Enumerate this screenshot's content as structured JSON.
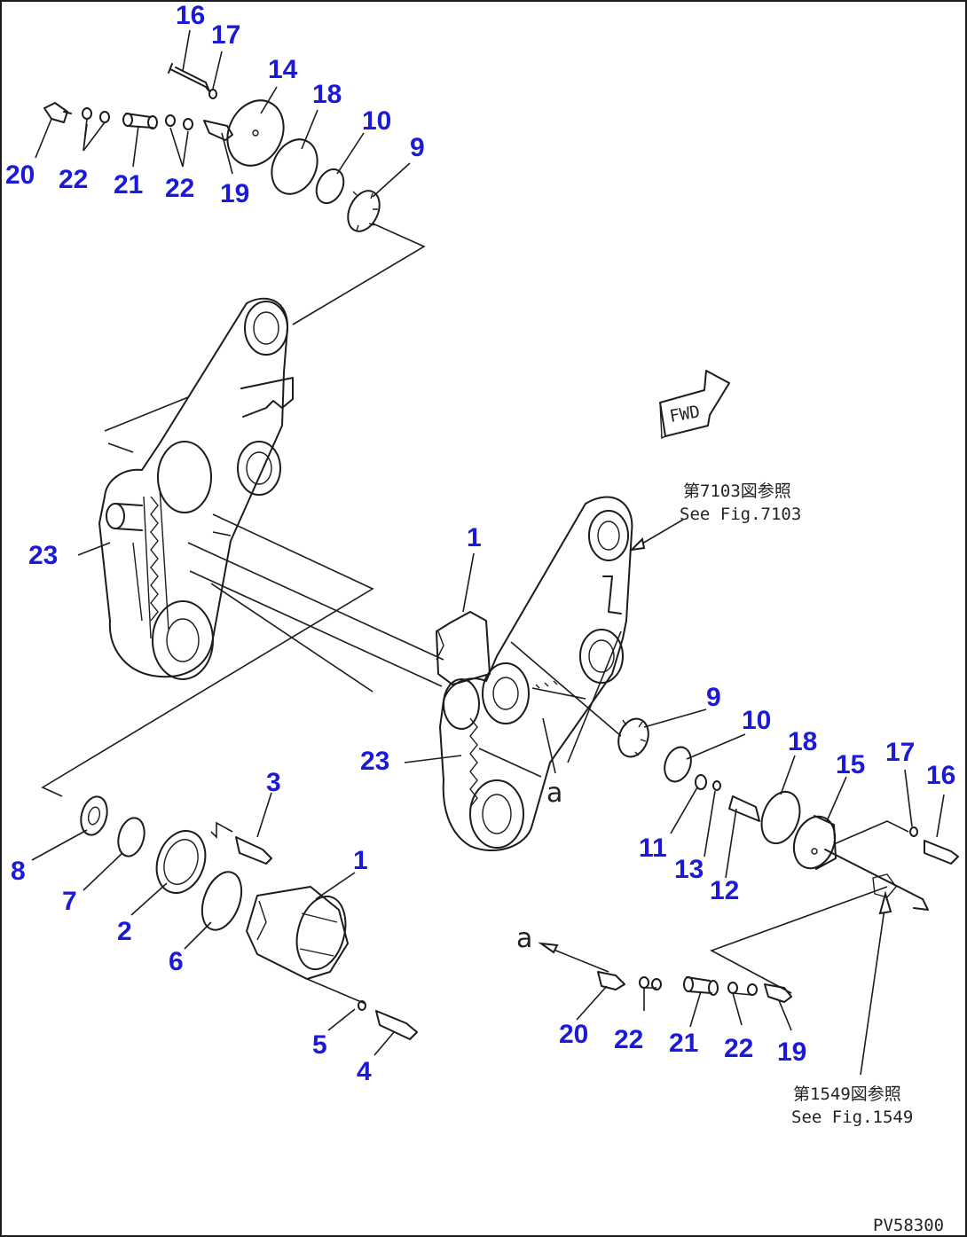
{
  "diagram": {
    "callouts": [
      {
        "id": "c16a",
        "label": "16"
      },
      {
        "id": "c17a",
        "label": "17"
      },
      {
        "id": "c14",
        "label": "14"
      },
      {
        "id": "c18a",
        "label": "18"
      },
      {
        "id": "c10a",
        "label": "10"
      },
      {
        "id": "c9a",
        "label": "9"
      },
      {
        "id": "c20a",
        "label": "20"
      },
      {
        "id": "c22a",
        "label": "22"
      },
      {
        "id": "c21a",
        "label": "21"
      },
      {
        "id": "c22b",
        "label": "22"
      },
      {
        "id": "c19a",
        "label": "19"
      },
      {
        "id": "c23a",
        "label": "23"
      },
      {
        "id": "c1a",
        "label": "1"
      },
      {
        "id": "c23b",
        "label": "23"
      },
      {
        "id": "c9b",
        "label": "9"
      },
      {
        "id": "c10b",
        "label": "10"
      },
      {
        "id": "c18b",
        "label": "18"
      },
      {
        "id": "c15",
        "label": "15"
      },
      {
        "id": "c17b",
        "label": "17"
      },
      {
        "id": "c16b",
        "label": "16"
      },
      {
        "id": "c11",
        "label": "11"
      },
      {
        "id": "c13",
        "label": "13"
      },
      {
        "id": "c12",
        "label": "12"
      },
      {
        "id": "c3",
        "label": "3"
      },
      {
        "id": "c1b",
        "label": "1"
      },
      {
        "id": "c8",
        "label": "8"
      },
      {
        "id": "c7",
        "label": "7"
      },
      {
        "id": "c2",
        "label": "2"
      },
      {
        "id": "c6",
        "label": "6"
      },
      {
        "id": "c5",
        "label": "5"
      },
      {
        "id": "c4",
        "label": "4"
      },
      {
        "id": "c20b",
        "label": "20"
      },
      {
        "id": "c22c",
        "label": "22"
      },
      {
        "id": "c21b",
        "label": "21"
      },
      {
        "id": "c22d",
        "label": "22"
      },
      {
        "id": "c19b",
        "label": "19"
      }
    ],
    "fwd_label": "FWD",
    "ref_7103": {
      "jp": "第7103図参照",
      "en": "See Fig.7103"
    },
    "ref_1549": {
      "jp": "第1549図参照",
      "en": "See Fig.1549"
    },
    "ref_letter": "a",
    "code": "PV58300",
    "colors": {
      "callout": "#1a1ad8",
      "line": "#1c1c1c",
      "background": "#ffffff"
    }
  }
}
